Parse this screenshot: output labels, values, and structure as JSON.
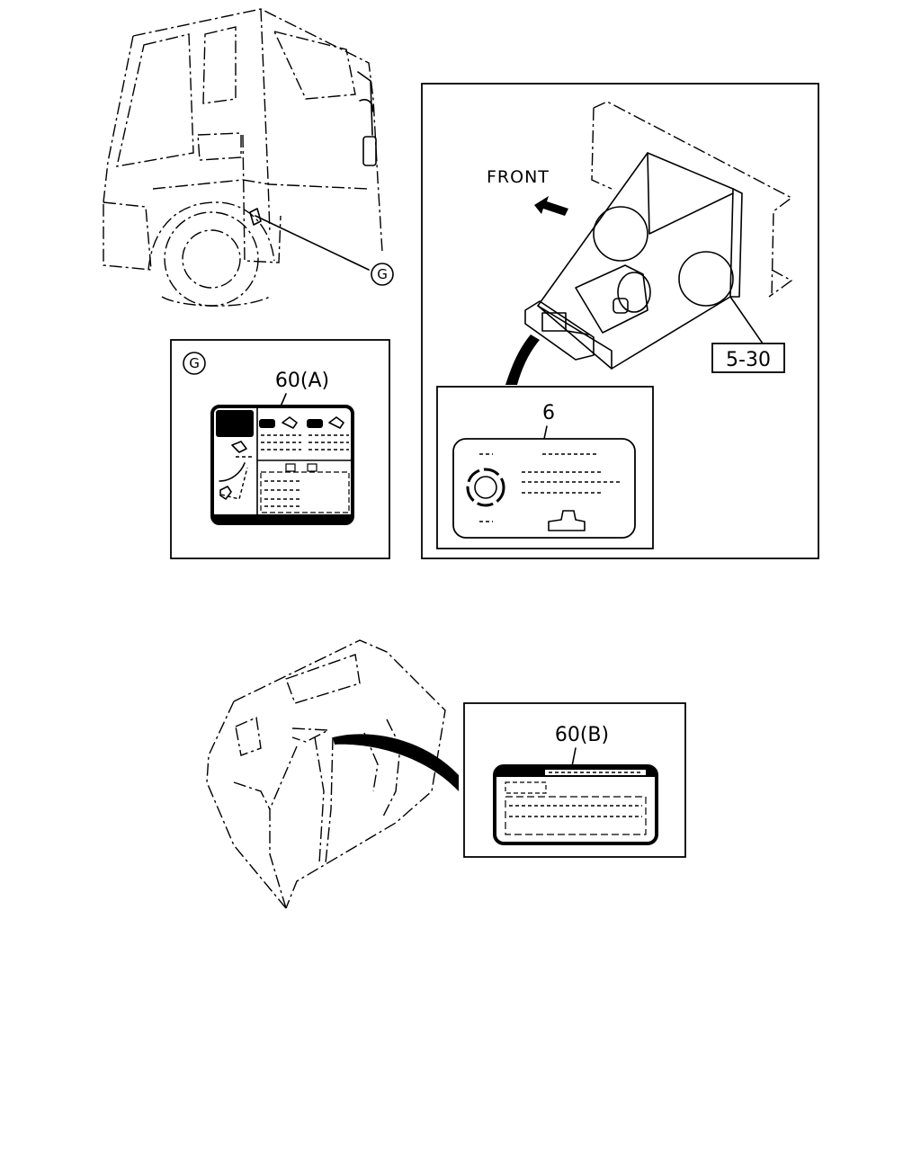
{
  "callouts": {
    "detail_g": "G",
    "front": "FRONT",
    "part_5_30": "5-30",
    "part_6": "6",
    "part_60a": "60(A)",
    "part_60b": "60(B)"
  }
}
